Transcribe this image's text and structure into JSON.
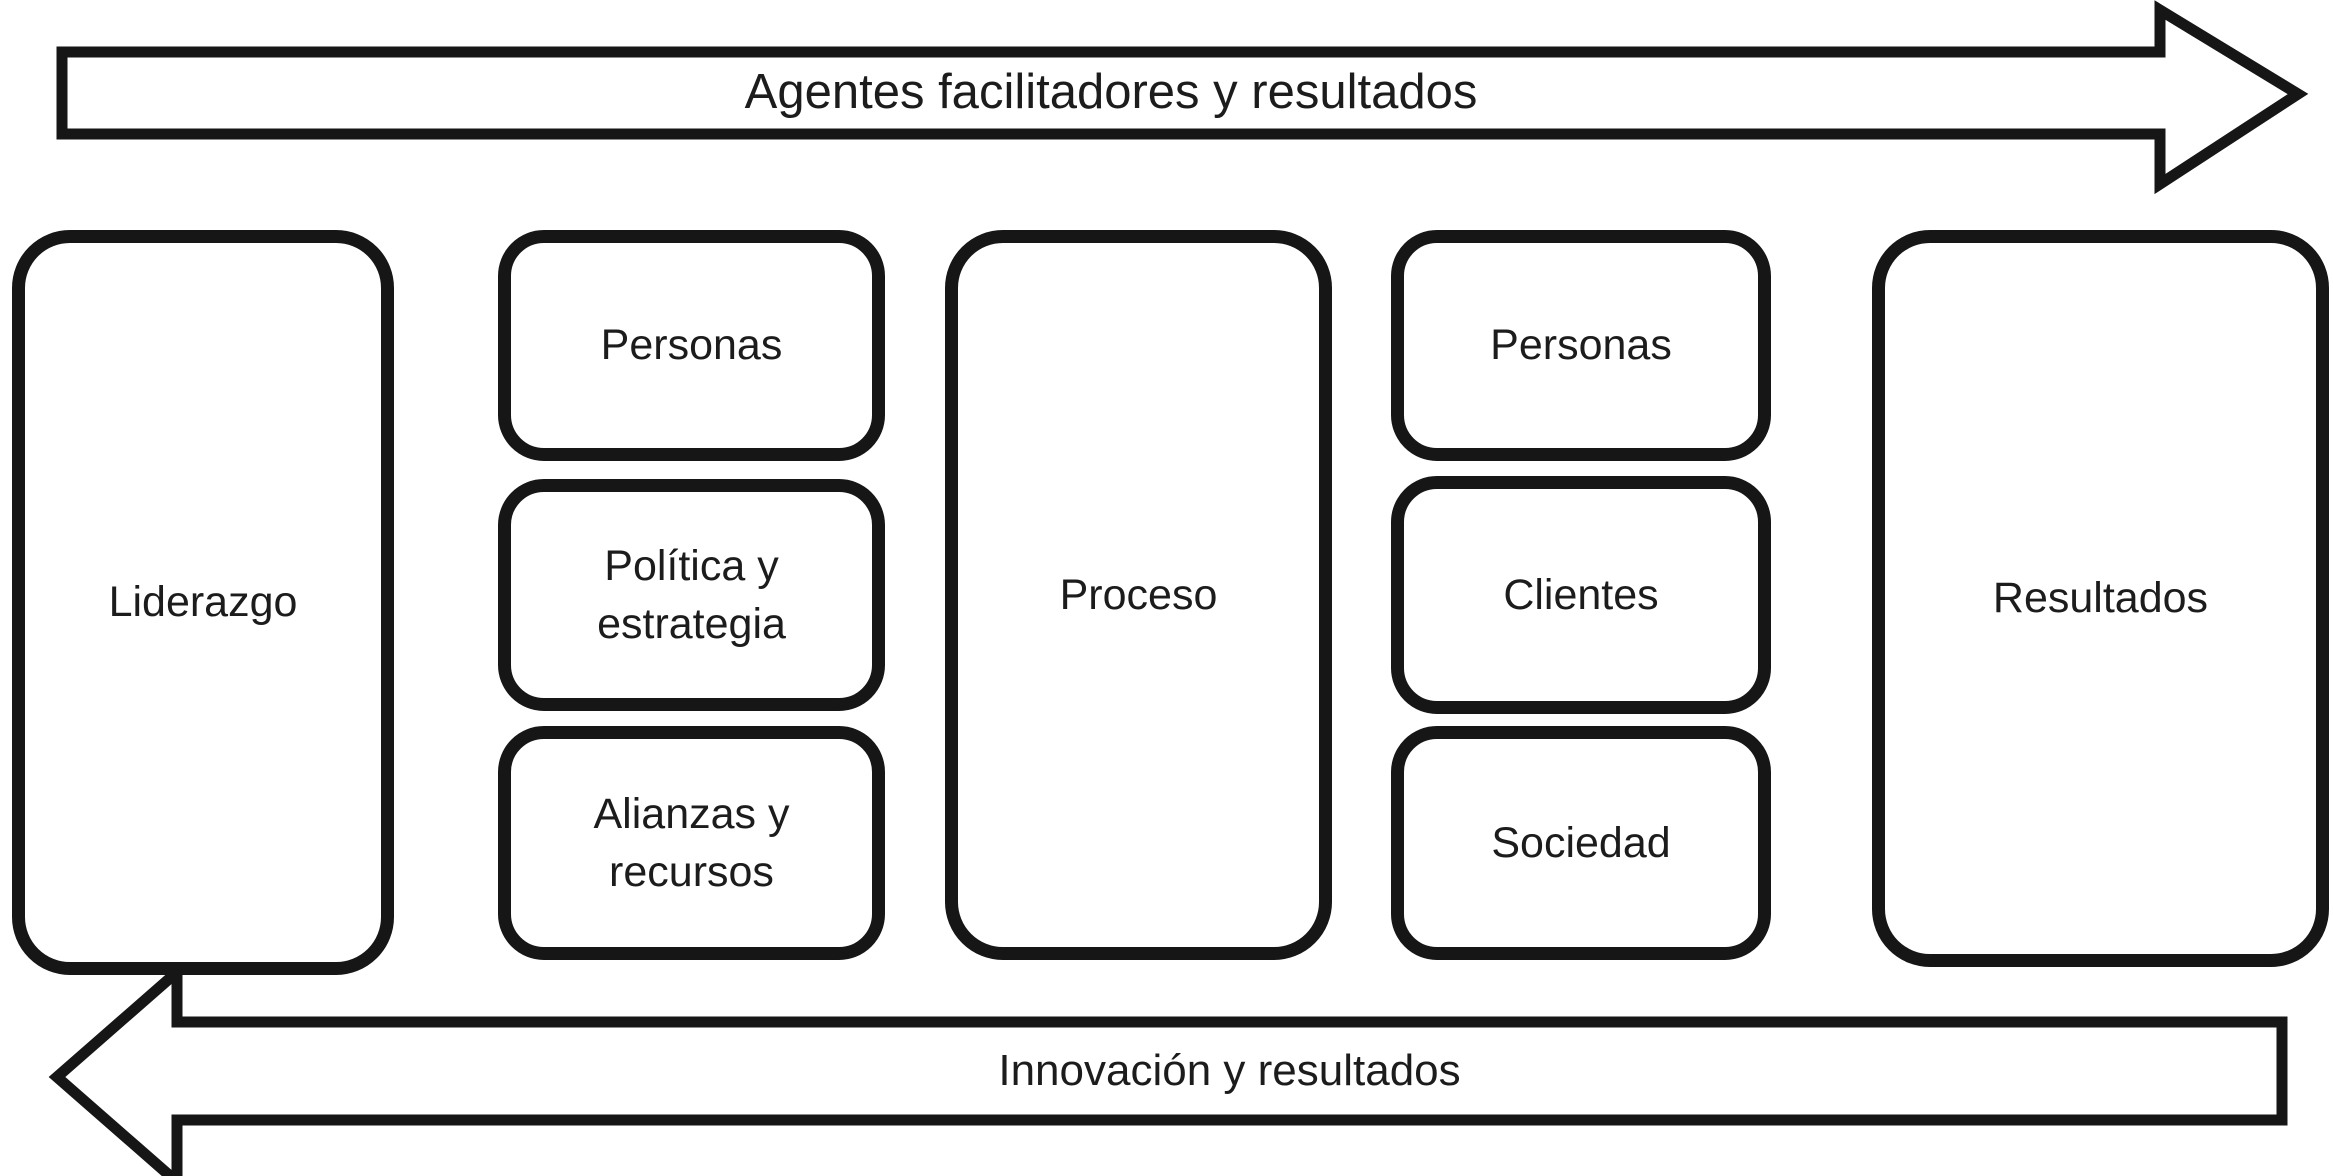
{
  "arrows": {
    "top": {
      "label": "Agentes facilitadores y resultados",
      "direction": "right"
    },
    "bottom": {
      "label": "Innovación y resultados",
      "direction": "left"
    }
  },
  "boxes": {
    "liderazgo": {
      "label": "Liderazgo"
    },
    "enablers": [
      {
        "label": "Personas"
      },
      {
        "label": "Política y estrategia"
      },
      {
        "label": "Alianzas y recursos"
      }
    ],
    "proceso": {
      "label": "Proceso"
    },
    "result_areas": [
      {
        "label": "Personas"
      },
      {
        "label": "Clientes"
      },
      {
        "label": "Sociedad"
      }
    ],
    "resultados": {
      "label": "Resultados"
    }
  },
  "colors": {
    "line": "#161616",
    "background": "#ffffff",
    "text": "#1c1c1c"
  }
}
